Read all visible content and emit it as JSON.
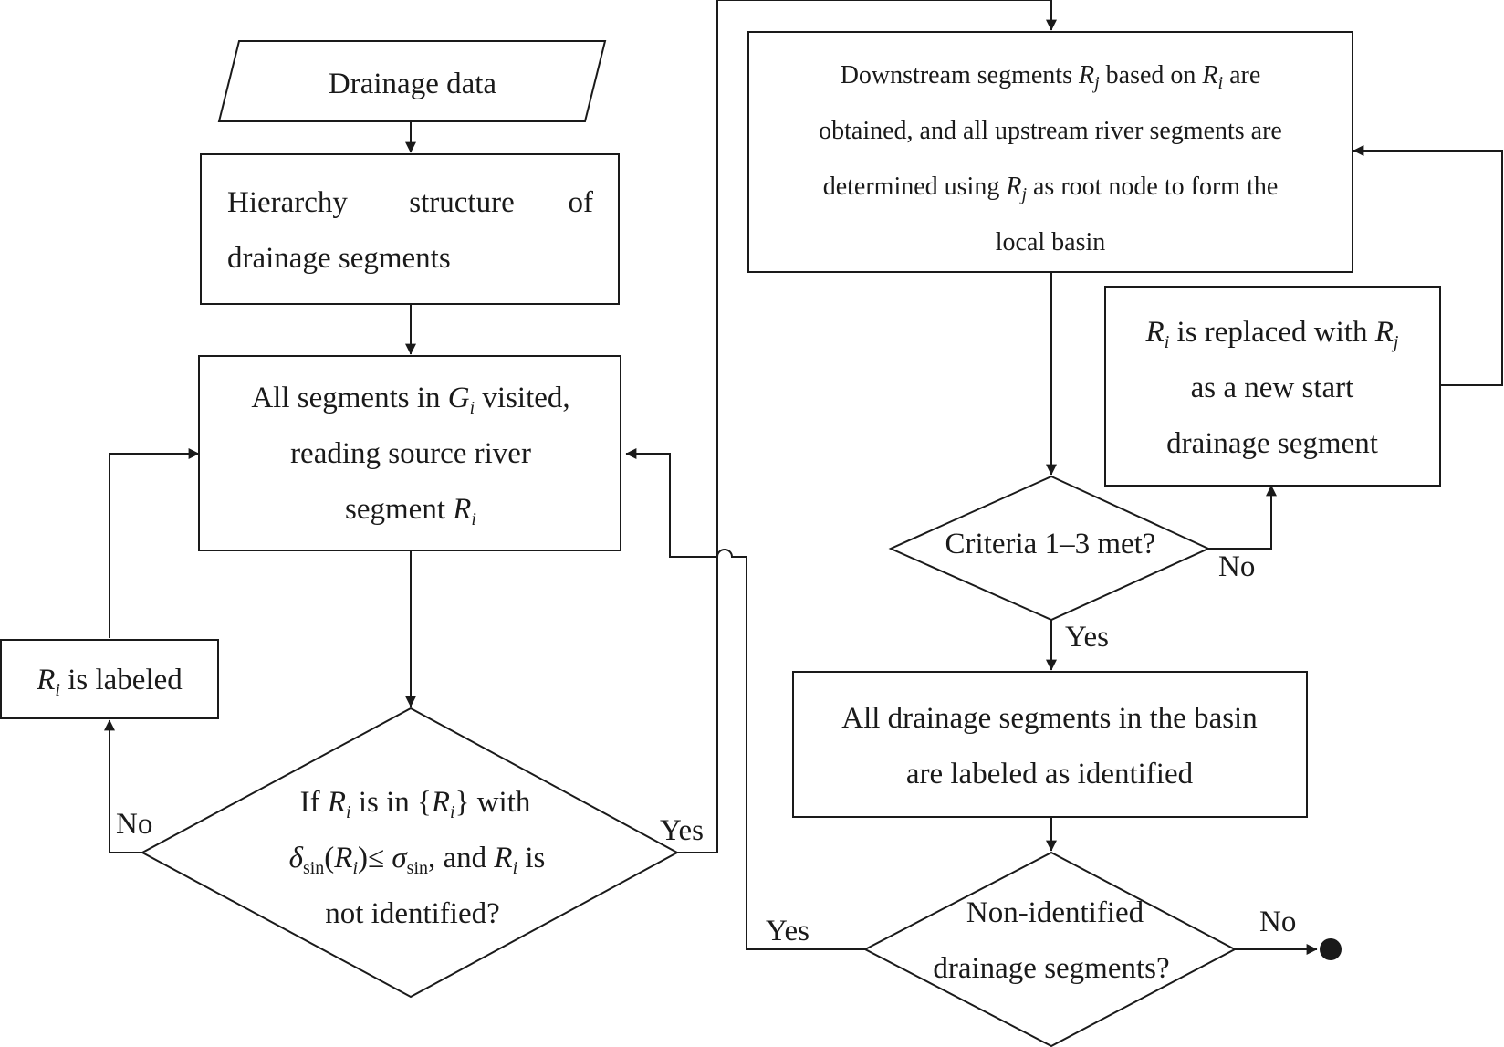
{
  "nodes": {
    "input": {
      "label": "Drainage data"
    },
    "hierarchy": {
      "line1": [
        "Hierarchy",
        "structure",
        "of"
      ],
      "line2": "drainage segments"
    },
    "visit": {
      "line1": {
        "a": "All segments in ",
        "var": "G",
        "sub": "i",
        "b": " visited,"
      },
      "line2": "reading source river",
      "line3": {
        "a": "segment ",
        "var": "R",
        "sub": "i"
      }
    },
    "labeled": {
      "var": "R",
      "sub": "i",
      "text": " is labeled"
    },
    "decision_left": {
      "line1": {
        "a": "If ",
        "var1": "R",
        "sub1": "i",
        "b": " is in {",
        "var2": "R",
        "sub2": "i",
        "c": "} with"
      },
      "line2": {
        "delta": "δ",
        "dsub": "sin",
        "open": "(",
        "var": "R",
        "vsub": "i",
        "close": ")≤ ",
        "sigma": "σ",
        "ssub": "sin",
        "tail_a": ", and ",
        "var2": "R",
        "vsub2": "i",
        "tail_b": " is"
      },
      "line3": "not identified?"
    },
    "downstream": {
      "line1": {
        "a": "Downstream segments ",
        "var1": "R",
        "sub1": "j",
        "b": " based on ",
        "var2": "R",
        "sub2": "i",
        "c": " are"
      },
      "line2": "obtained, and all upstream river segments are",
      "line3": {
        "a": "determined using ",
        "var": "R",
        "sub": "j",
        "b": " as root node to form the"
      },
      "line4": "local basin"
    },
    "replace": {
      "line1": {
        "var1": "R",
        "sub1": "i",
        "b": " is replaced with ",
        "var2": "R",
        "sub2": "j"
      },
      "line2": "as a new start",
      "line3": "drainage segment"
    },
    "criteria": {
      "label": "Criteria 1–3 met?"
    },
    "basin_labeled": {
      "line1": "All drainage segments in the basin",
      "line2": "are labeled as identified"
    },
    "non_identified": {
      "line1": "Non-identified",
      "line2": "drainage segments?"
    }
  },
  "edge_labels": {
    "left_no": "No",
    "left_yes": "Yes",
    "criteria_no": "No",
    "criteria_yes": "Yes",
    "final_yes": "Yes",
    "final_no": "No"
  },
  "colors": {
    "stroke": "#1a1a1a",
    "background": "#ffffff"
  }
}
